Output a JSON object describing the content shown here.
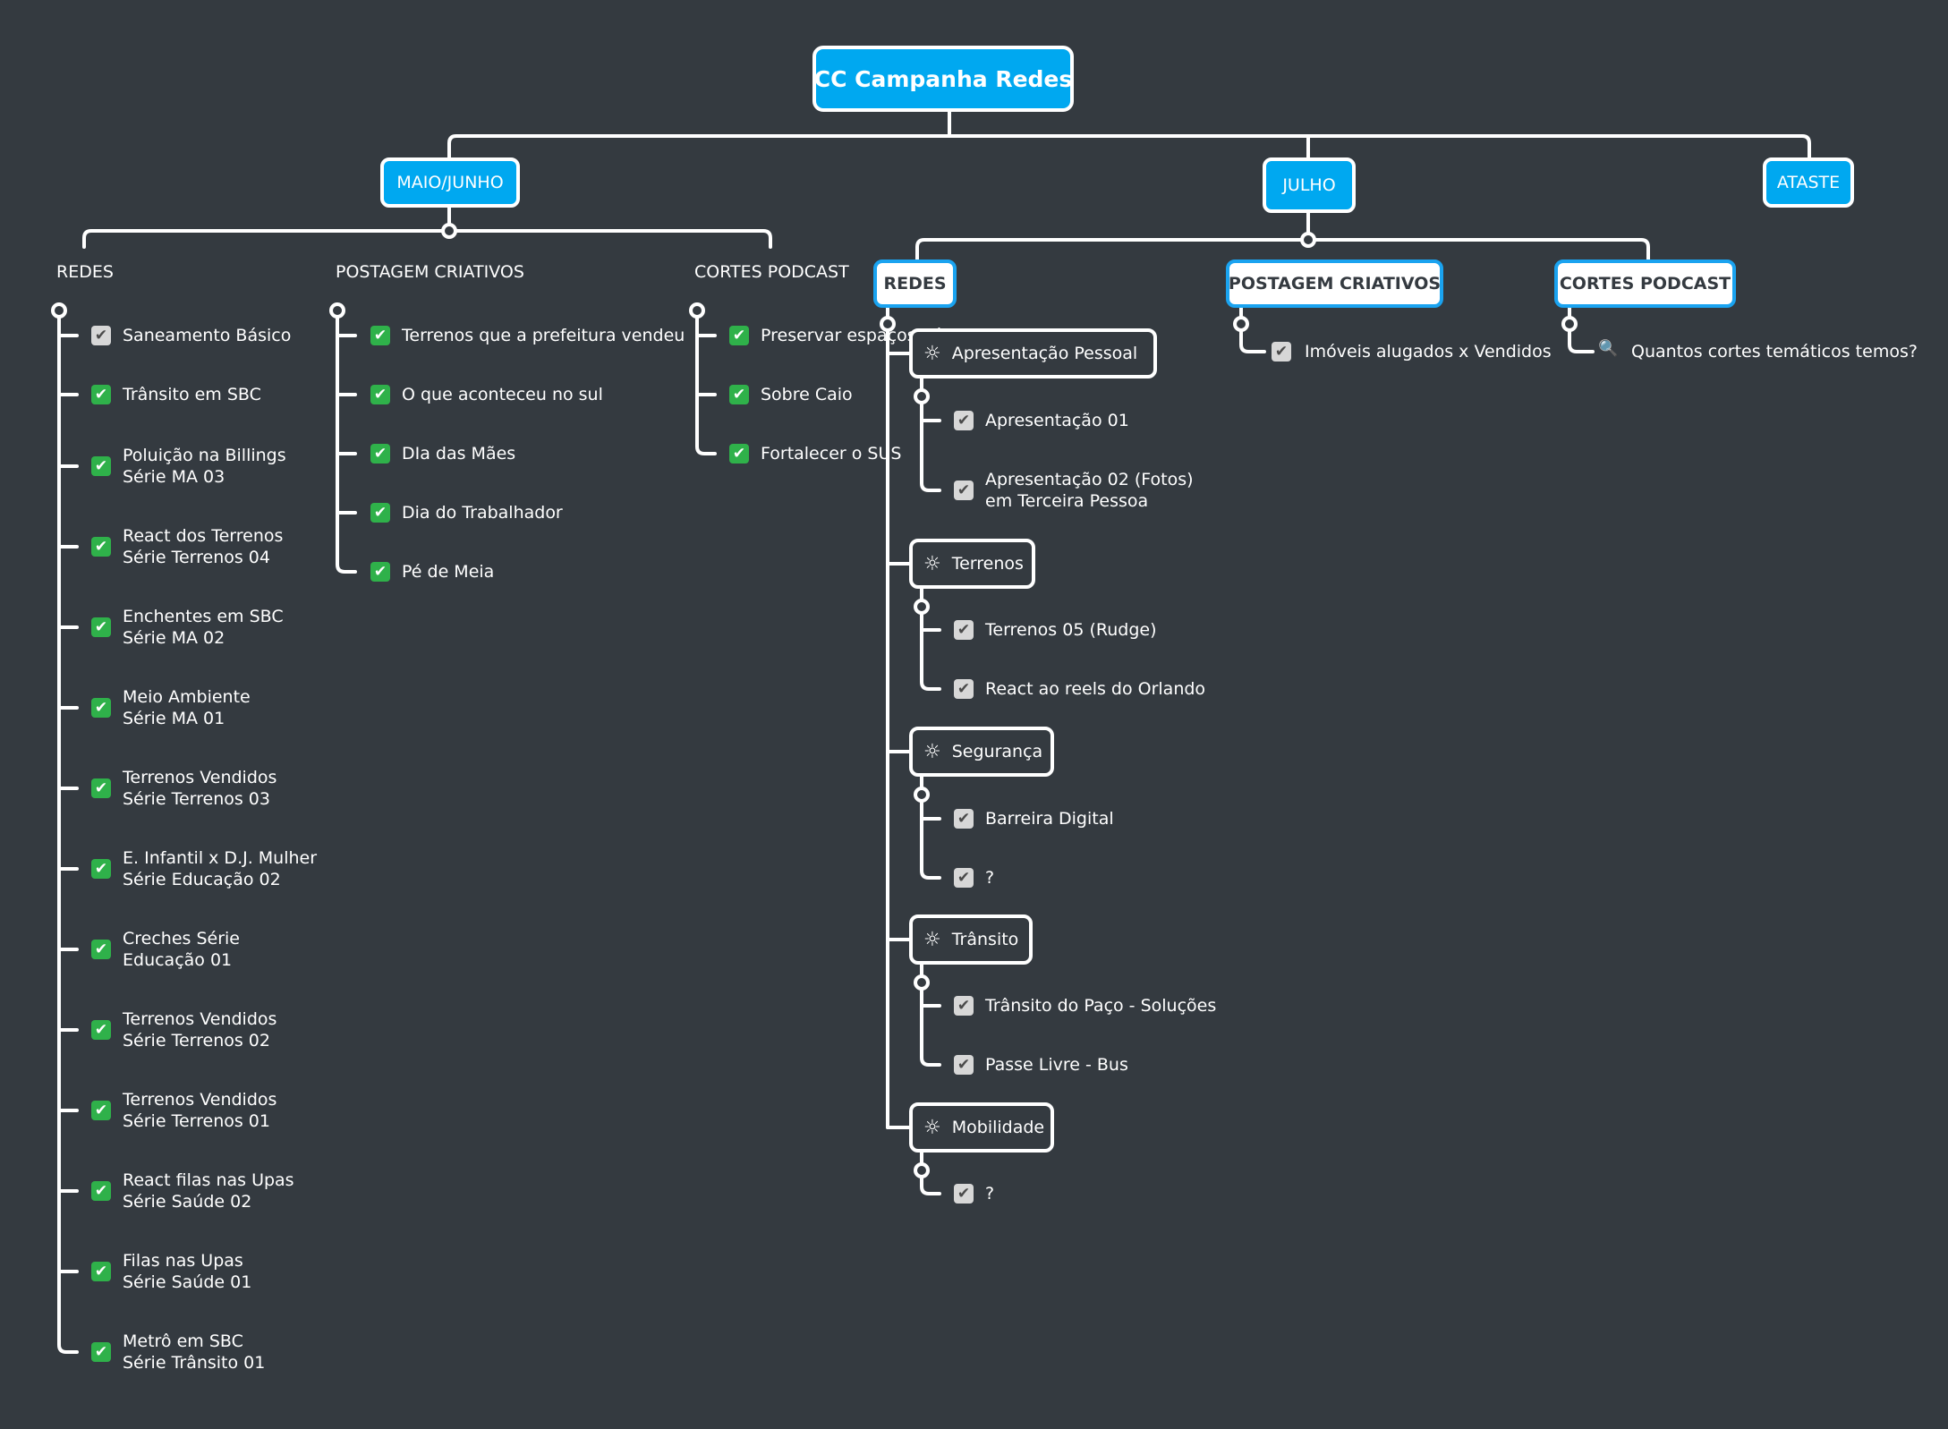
{
  "root": "CC Campanha Redes",
  "main_topics": [
    "MAIO/JUNHO",
    "JULHO",
    "ATASTE"
  ],
  "maio": {
    "redes": {
      "label": "REDES",
      "items": [
        "Saneamento Básico",
        "Trânsito em SBC",
        "Poluição na Billings\nSérie MA 03",
        "React dos Terrenos\nSérie Terrenos 04",
        "Enchentes em SBC\nSérie MA 02",
        "Meio Ambiente\nSérie MA 01",
        "Terrenos Vendidos\nSérie Terrenos 03",
        "E. Infantil x D.J. Mulher\nSérie Educação 02",
        "Creches Série\nEducação 01",
        "Terrenos Vendidos\nSérie Terrenos 02",
        "Terrenos Vendidos\nSérie Terrenos 01",
        "React filas nas Upas\nSérie Saúde 02",
        "Filas nas Upas\nSérie Saúde 01",
        "Metrô em SBC\nSérie Trânsito 01"
      ]
    },
    "postagem": {
      "label": "POSTAGEM CRIATIVOS",
      "items": [
        "Terrenos que a prefeitura vendeu",
        "O que aconteceu no sul",
        "DIa das Mães",
        "Dia do Trabalhador",
        "Pé de Meia"
      ]
    },
    "cortes": {
      "label": "CORTES PODCAST",
      "items": [
        "Preservar espaços públicos",
        "Sobre Caio",
        "Fortalecer o SUS"
      ]
    }
  },
  "julho": {
    "redes": {
      "label": "REDES",
      "groups": [
        {
          "label": "Apresentação Pessoal",
          "items": [
            "Apresentação 01",
            "Apresentação 02 (Fotos)\nem Terceira Pessoa"
          ]
        },
        {
          "label": "Terrenos",
          "items": [
            "Terrenos 05 (Rudge)",
            "React ao reels do Orlando"
          ]
        },
        {
          "label": "Segurança",
          "items": [
            "Barreira Digital",
            "?"
          ]
        },
        {
          "label": "Trânsito",
          "items": [
            "Trânsito do Paço - Soluções",
            "Passe Livre - Bus"
          ]
        },
        {
          "label": "Mobilidade",
          "items": [
            "?"
          ]
        }
      ]
    },
    "postagem": {
      "label": "POSTAGEM CRIATIVOS",
      "items": [
        "Imóveis alugados x Vendidos"
      ]
    },
    "cortes": {
      "label": "CORTES PODCAST",
      "items": [
        "Quantos cortes temáticos temos?"
      ]
    }
  },
  "icons": {
    "check_green": "check-mark-button",
    "check_gray": "check-box",
    "group": "lightbulb-icon",
    "question": "magnifier-icon"
  },
  "colors": {
    "background": "#343a40",
    "accent": "#00a8f0",
    "line": "#ffffff",
    "check": "#2fb14a"
  }
}
